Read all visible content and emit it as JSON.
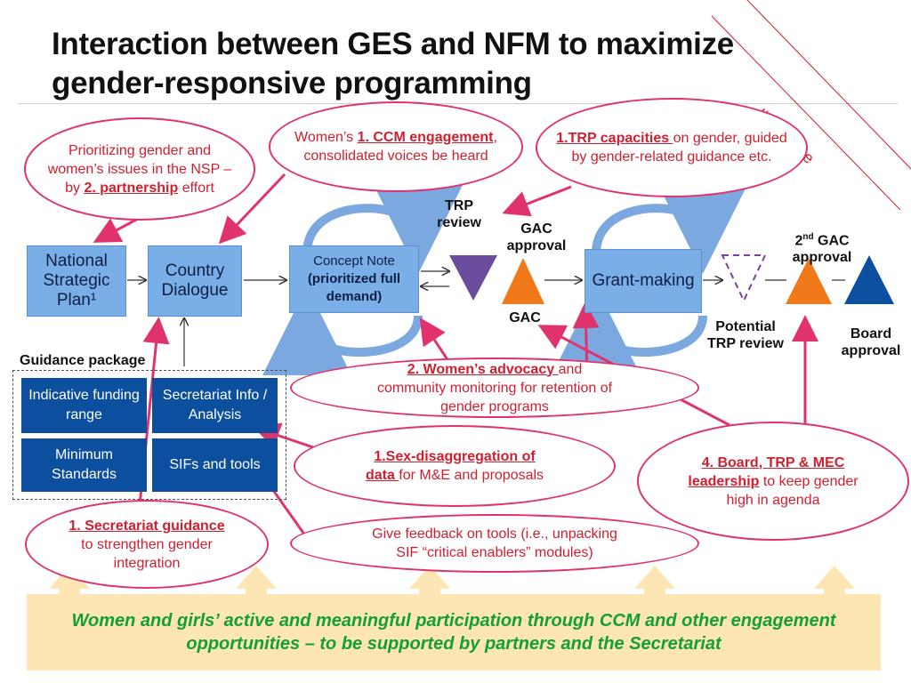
{
  "title": "Interaction between GES and NFM to maximize gender-responsive programming",
  "illustrative": "Illustrative",
  "nodes": {
    "nsp": "National Strategic Plan¹",
    "country_dialogue": "Country Dialogue",
    "concept_note_line1": "Concept Note",
    "concept_note_line2": "(prioritized full demand)",
    "grant_making": "Grant-making"
  },
  "labels": {
    "trp_review": "TRP review",
    "gac_approval": "GAC approval",
    "gac": "GAC",
    "second_gac_approval_sup": "nd",
    "second_gac_approval_num": "2",
    "second_gac_approval_rest": " GAC approval",
    "potential_trp_review": "Potential TRP review",
    "board_approval": "Board approval",
    "guidance_package": "Guidance package"
  },
  "guidance_boxes": [
    "Indicative funding range",
    "Secretariat Info / Analysis",
    "Minimum Standards",
    "SIFs and tools"
  ],
  "ovals": {
    "prioritizing": {
      "pre": "Prioritizing gender and women’s issues in the NSP – by ",
      "u": "2. partnership",
      "post": " effort"
    },
    "womens_ccm": {
      "pre": "Women’s ",
      "u": "1. CCM engagement",
      "post": ", consolidated voices be heard"
    },
    "trp_capacities": {
      "pre": "",
      "u": "1.TRP capacities ",
      "post": "on gender, guided by gender-related guidance etc."
    },
    "womens_advocacy": {
      "pre": "",
      "u": "2. Women’s advocacy ",
      "post": "and community monitoring for retention of gender programs"
    },
    "sex_disaggregation": {
      "pre": "",
      "u": "1.Sex-disaggregation of data ",
      "post": "for M&E and proposals"
    },
    "board_trp_mec": {
      "pre": "",
      "u": "4. Board, TRP & MEC leadership",
      "post": " to keep gender high in agenda"
    },
    "secretariat_guidance": {
      "pre": "",
      "u": "1. Secretariat guidance ",
      "post": "to strengthen gender integration"
    },
    "feedback": {
      "pre": "Give feedback on tools (i.e., unpacking SIF “critical enablers” modules)",
      "u": "",
      "post": ""
    }
  },
  "banner": "Women and girls’ active and meaningful participation through CCM and other engagement opportunities – to be supported by partners and the Secretariat",
  "colors": {
    "box_blue": "#7aaee6",
    "dark_blue": "#0b4f9e",
    "purple": "#6a4c9c",
    "orange": "#f07a1a",
    "pink": "#e0336e",
    "red_text": "#d01f2f",
    "green_text": "#12a032",
    "banner_bg": "#fde5b4"
  }
}
